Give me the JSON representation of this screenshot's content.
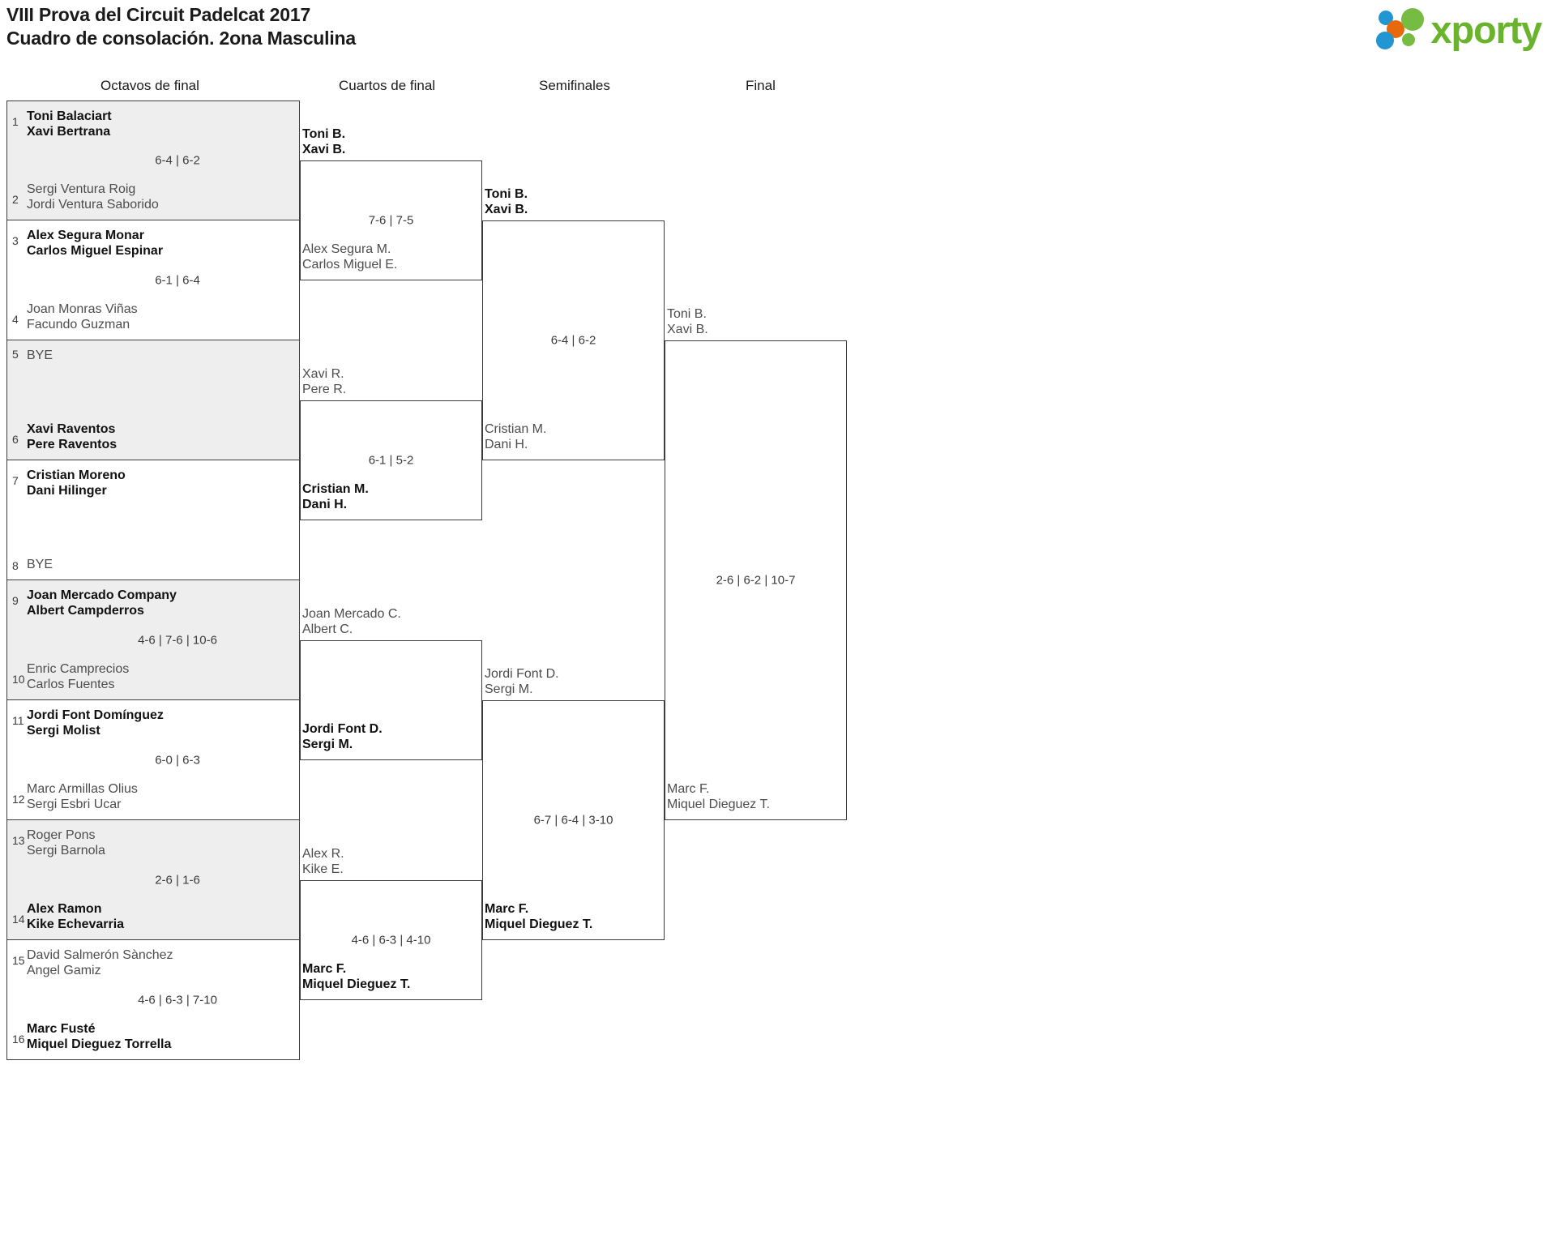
{
  "header": {
    "title_line1": "VIII Prova del Circuit Padelcat 2017",
    "title_line2": "Cuadro de consolación. 2ona Masculina",
    "logo_text": "xporty",
    "logo_colors": {
      "green": "#69b32d",
      "blue": "#2196d3",
      "orange": "#e8690b"
    }
  },
  "columns": [
    {
      "label": "Octavos de final"
    },
    {
      "label": "Cuartos de final"
    },
    {
      "label": "Semifinales"
    },
    {
      "label": "Final"
    }
  ],
  "round1": [
    {
      "seed_top": "1",
      "top_p1": "Toni Balaciart",
      "top_p2": "Xavi Bertrana",
      "top_result": "winner",
      "score": "6-4 | 6-2",
      "seed_bot": "2",
      "bot_p1": "Sergi Ventura Roig",
      "bot_p2": "Jordi Ventura Saborido",
      "bot_result": "loser",
      "shaded": true
    },
    {
      "seed_top": "3",
      "top_p1": "Alex Segura Monar",
      "top_p2": "Carlos Miguel Espinar",
      "top_result": "winner",
      "score": "6-1 | 6-4",
      "seed_bot": "4",
      "bot_p1": "Joan Monras Viñas",
      "bot_p2": "Facundo Guzman",
      "bot_result": "loser",
      "shaded": false
    },
    {
      "seed_top": "5",
      "top_p1": "BYE",
      "top_p2": "",
      "top_result": "bye",
      "score": "",
      "seed_bot": "6",
      "bot_p1": "Xavi Raventos",
      "bot_p2": "Pere Raventos",
      "bot_result": "winner",
      "shaded": true
    },
    {
      "seed_top": "7",
      "top_p1": "Cristian Moreno",
      "top_p2": "Dani Hilinger",
      "top_result": "winner",
      "score": "",
      "seed_bot": "8",
      "bot_p1": "BYE",
      "bot_p2": "",
      "bot_result": "bye",
      "shaded": false
    },
    {
      "seed_top": "9",
      "top_p1": "Joan Mercado Company",
      "top_p2": "Albert Campderros",
      "top_result": "winner",
      "score": "4-6 | 7-6 | 10-6",
      "seed_bot": "10",
      "bot_p1": "Enric Camprecios",
      "bot_p2": "Carlos Fuentes",
      "bot_result": "loser",
      "shaded": true
    },
    {
      "seed_top": "11",
      "top_p1": "Jordi Font Domínguez",
      "top_p2": "Sergi Molist",
      "top_result": "winner",
      "score": "6-0 | 6-3",
      "seed_bot": "12",
      "bot_p1": "Marc Armillas Olius",
      "bot_p2": "Sergi Esbri Ucar",
      "bot_result": "loser",
      "shaded": false
    },
    {
      "seed_top": "13",
      "top_p1": "Roger Pons",
      "top_p2": "Sergi Barnola",
      "top_result": "loser",
      "score": "2-6 | 1-6",
      "seed_bot": "14",
      "bot_p1": "Alex Ramon",
      "bot_p2": "Kike Echevarria",
      "bot_result": "winner",
      "shaded": true
    },
    {
      "seed_top": "15",
      "top_p1": "David Salmerón Sànchez",
      "top_p2": "Angel Gamiz",
      "top_result": "loser",
      "score": "4-6 | 6-3 | 7-10",
      "seed_bot": "16",
      "bot_p1": "Marc Fusté",
      "bot_p2": "Miquel Dieguez Torrella",
      "bot_result": "winner",
      "shaded": false
    }
  ],
  "round2": [
    {
      "top_p1": "Toni B.",
      "top_p2": "Xavi B.",
      "top_result": "winner",
      "score": "7-6 | 7-5",
      "bot_p1": "Alex Segura M.",
      "bot_p2": "Carlos Miguel E.",
      "bot_result": "loser"
    },
    {
      "top_p1": "Xavi R.",
      "top_p2": "Pere R.",
      "top_result": "loser",
      "score": "6-1 | 5-2",
      "bot_p1": "Cristian M.",
      "bot_p2": "Dani H.",
      "bot_result": "winner"
    },
    {
      "top_p1": "Joan Mercado C.",
      "top_p2": "Albert C.",
      "top_result": "loser",
      "score": "",
      "bot_p1": "Jordi Font D.",
      "bot_p2": "Sergi M.",
      "bot_result": "winner"
    },
    {
      "top_p1": "Alex R.",
      "top_p2": "Kike E.",
      "top_result": "loser",
      "score": "4-6 | 6-3 | 4-10",
      "bot_p1": "Marc F.",
      "bot_p2": "Miquel Dieguez T.",
      "bot_result": "winner"
    }
  ],
  "round3": [
    {
      "top_p1": "Toni B.",
      "top_p2": "Xavi B.",
      "top_result": "winner",
      "score": "6-4 | 6-2",
      "bot_p1": "Cristian M.",
      "bot_p2": "Dani H.",
      "bot_result": "loser"
    },
    {
      "top_p1": "Jordi Font D.",
      "top_p2": "Sergi M.",
      "top_result": "loser",
      "score": "6-7 | 6-4 | 3-10",
      "bot_p1": "Marc F.",
      "bot_p2": "Miquel Dieguez T.",
      "bot_result": "winner"
    }
  ],
  "round4": [
    {
      "top_p1": "Toni B.",
      "top_p2": "Xavi B.",
      "top_result": "loser",
      "score": "2-6 | 6-2 | 10-7",
      "bot_p1": "Marc F.",
      "bot_p2": "Miquel Dieguez T.",
      "bot_result": "loser"
    }
  ]
}
